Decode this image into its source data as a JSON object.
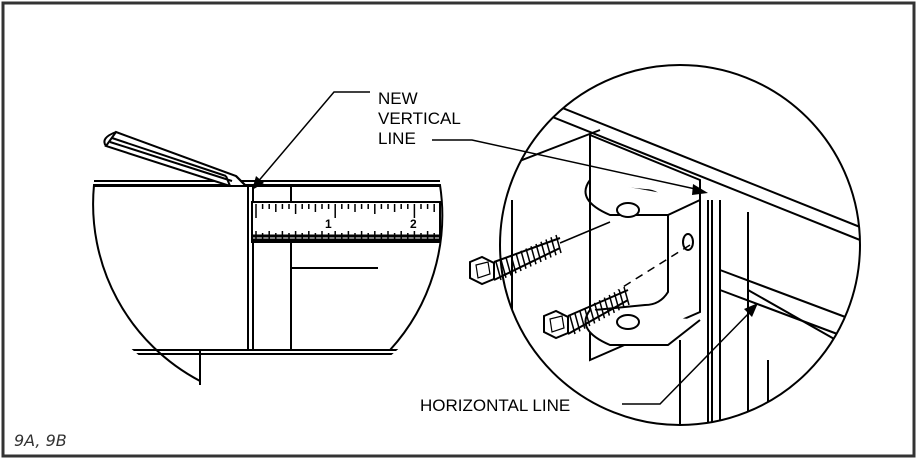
{
  "labels": {
    "new": "NEW",
    "vertical": "VERTICAL",
    "line": "LINE",
    "horizontal_line": "HORIZONTAL LINE"
  },
  "ruler": {
    "mark_1": "1",
    "mark_2": "2"
  },
  "figure_caption": "9A, 9B",
  "colors": {
    "ink": "#000000",
    "frame": "#333333",
    "paper": "#ffffff"
  }
}
